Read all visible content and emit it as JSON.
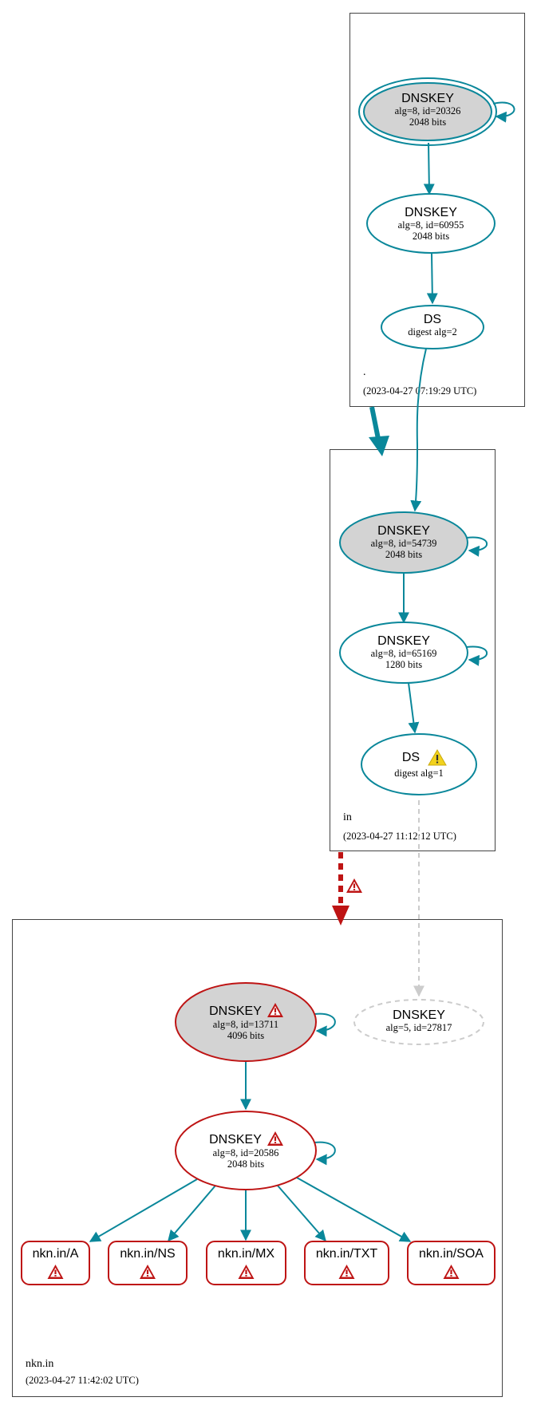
{
  "colors": {
    "teal": "#0a879a",
    "red": "#be1414",
    "gray_dashed": "#cccccc",
    "node_fill_ksk": "#d3d3d3",
    "warn_red": "#be1414",
    "warn_yellow": "#f2d21d"
  },
  "zones": {
    "root": {
      "name": ".",
      "timestamp": "(2023-04-27 07:19:29 UTC)"
    },
    "in": {
      "name": "in",
      "timestamp": "(2023-04-27 11:12:12 UTC)"
    },
    "nkn": {
      "name": "nkn.in",
      "timestamp": "(2023-04-27 11:42:02 UTC)"
    }
  },
  "nodes": {
    "root_ksk": {
      "title": "DNSKEY",
      "line1": "alg=8, id=20326",
      "line2": "2048 bits"
    },
    "root_zsk": {
      "title": "DNSKEY",
      "line1": "alg=8, id=60955",
      "line2": "2048 bits"
    },
    "root_ds": {
      "title": "DS",
      "line1": "digest alg=2"
    },
    "in_ksk": {
      "title": "DNSKEY",
      "line1": "alg=8, id=54739",
      "line2": "2048 bits"
    },
    "in_zsk": {
      "title": "DNSKEY",
      "line1": "alg=8, id=65169",
      "line2": "1280 bits"
    },
    "in_ds": {
      "title": "DS",
      "line1": "digest alg=1",
      "icon": "warning-yellow-icon"
    },
    "nkn_ksk": {
      "title": "DNSKEY",
      "line1": "alg=8, id=13711",
      "line2": "4096 bits",
      "icon": "warning-red-icon"
    },
    "nkn_key2": {
      "title": "DNSKEY",
      "line1": "alg=5, id=27817"
    },
    "nkn_zsk": {
      "title": "DNSKEY",
      "line1": "alg=8, id=20586",
      "line2": "2048 bits",
      "icon": "warning-red-icon"
    }
  },
  "records": [
    {
      "label": "nkn.in/A",
      "icon": "warning-red-icon"
    },
    {
      "label": "nkn.in/NS",
      "icon": "warning-red-icon"
    },
    {
      "label": "nkn.in/MX",
      "icon": "warning-red-icon"
    },
    {
      "label": "nkn.in/TXT",
      "icon": "warning-red-icon"
    },
    {
      "label": "nkn.in/SOA",
      "icon": "warning-red-icon"
    }
  ]
}
